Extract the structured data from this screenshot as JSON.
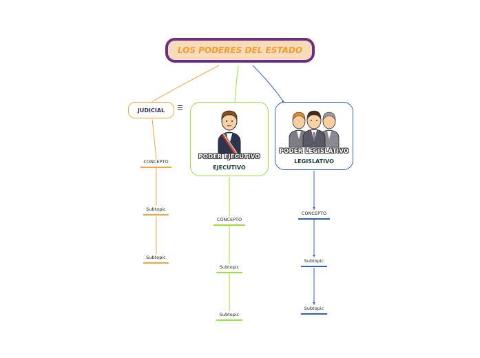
{
  "root": {
    "title": "LOS PODERES DEL ESTADO"
  },
  "branches": [
    {
      "id": "judicial",
      "label": "JUDICIAL",
      "color": "#f3a43c",
      "subtopics": [
        "CONCEPTO",
        "Subtopic",
        "Subtopic"
      ]
    },
    {
      "id": "ejecutivo",
      "label": "EJECUTIVO",
      "image_caption": "PODER EJECUTIVO",
      "color": "#9adf3a",
      "subtopics": [
        "CONCEPTO",
        "Subtopic",
        "Subtopic"
      ]
    },
    {
      "id": "legislativo",
      "label": "LEGISLATIVO",
      "image_caption": "PODER LEGISLATIVO",
      "color": "#2d5fc2",
      "subtopics": [
        "CONCEPTO",
        "Subtopic",
        "Subtopic"
      ]
    }
  ],
  "icons": {
    "judicial_menu": "hamburger-menu-icon",
    "ejecutivo_image": "president-figure-icon",
    "legislativo_image": "legislators-group-icon"
  },
  "colors": {
    "root_border": "#6a2d8a",
    "root_fill": "#f6dcb9",
    "root_text": "#f39a2f"
  }
}
